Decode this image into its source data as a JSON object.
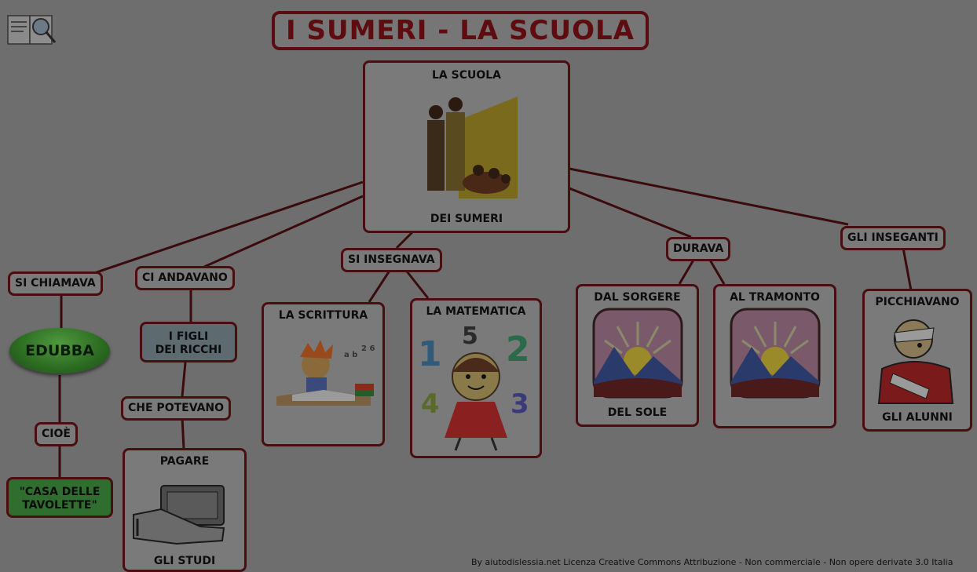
{
  "title": "I SUMERI - LA SCUOLA",
  "credit": "By aiutodislessia.net Licenza Creative Commons Attribuzione - Non commerciale - Non opere derivate 3.0 Italia",
  "root": {
    "top": "LA SCUOLA",
    "bottom": "DEI SUMERI"
  },
  "nodes": {
    "si_chiamava": "SI CHIAMAVA",
    "edubba": "EDUBBA",
    "cioe": "CIOÈ",
    "casa_line1": "\"CASA DELLE",
    "casa_line2": "TAVOLETTE\"",
    "ci_andavano": "CI ANDAVANO",
    "figli_line1": "I FIGLI",
    "figli_line2": "DEI RICCHI",
    "che_potevano": "CHE POTEVANO",
    "pagare": "PAGARE",
    "gli_studi": "GLI STUDI",
    "si_insegnava": "SI INSEGNAVA",
    "la_scrittura": "LA SCRITTURA",
    "la_matematica": "LA MATEMATICA",
    "durava": "DURAVA",
    "dal_sorgere": "DAL SORGERE",
    "del_sole": "DEL SOLE",
    "al_tramonto": "AL TRAMONTO",
    "gli_inseganti": "GLI INSEGANTI",
    "picchiavano": "PICCHIAVANO",
    "gli_alunni": "GLI ALUNNI"
  },
  "math_digits": [
    "1",
    "5",
    "2",
    "4",
    "3"
  ],
  "colors": {
    "border": "#4a0e10",
    "title": "#5e0c10",
    "background": "#6e6e6e",
    "green": "#2f6e2f"
  }
}
